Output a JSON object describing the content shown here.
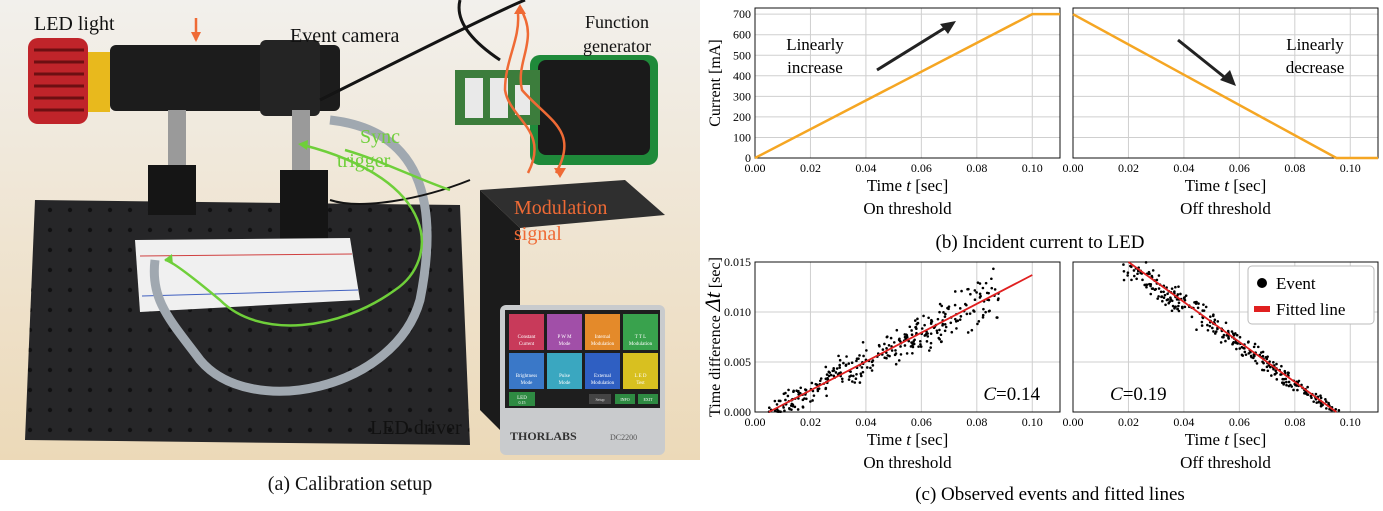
{
  "photo": {
    "labels": {
      "led_light": "LED light",
      "event_camera": "Event camera",
      "function_generator_1": "Function",
      "function_generator_2": "generator",
      "sync_1": "Sync",
      "sync_2": "trigger",
      "modulation_1": "Modulation",
      "modulation_2": "signal",
      "led_driver": "LED driver"
    },
    "device": {
      "brand": "THORLABS",
      "model": "DC2200",
      "tiles": [
        {
          "line1": "Constant",
          "line2": "Current",
          "color": "#c83a5a"
        },
        {
          "line1": "P W M",
          "line2": "Mode",
          "color": "#a14fa8"
        },
        {
          "line1": "Internal",
          "line2": "Modulation",
          "color": "#e48a2a"
        },
        {
          "line1": "T T L",
          "line2": "Modulation",
          "color": "#39a24d"
        },
        {
          "line1": "Brightness",
          "line2": "Mode",
          "color": "#3a78c8"
        },
        {
          "line1": "Pulse",
          "line2": "Mode",
          "color": "#3aa7c0"
        },
        {
          "line1": "External",
          "line2": "Modulation",
          "color": "#2f5fc2"
        },
        {
          "line1": "L E D",
          "line2": "Test",
          "color": "#d8c020"
        }
      ],
      "bottom": {
        "led": "LED",
        "led_value": "0.15",
        "mid": "Setup",
        "info": "INFO",
        "extra": "EXIT"
      }
    },
    "caption": "(a) Calibration setup",
    "colors": {
      "orange": "#ef6a35",
      "green": "#6fcf3a"
    }
  },
  "chart_data": [
    {
      "type": "line",
      "id": "on-current",
      "x": [
        0.0,
        0.1,
        0.11
      ],
      "y": [
        0,
        700,
        700
      ],
      "xlim": [
        0,
        0.11
      ],
      "ylim": [
        0,
        730
      ],
      "xticks": [
        "0.00",
        "0.02",
        "0.04",
        "0.06",
        "0.08",
        "0.10"
      ],
      "yticks": [
        "0",
        "100",
        "200",
        "300",
        "400",
        "500",
        "600",
        "700"
      ],
      "xlabel_prefix": "Time ",
      "xlabel_var": "t",
      "xlabel_suffix": " [sec]",
      "ylabel": "Current [mA]",
      "subtitle": "On threshold",
      "annotation_1": "Linearly",
      "annotation_2": "increase",
      "color": "#f5a623",
      "grid": true
    },
    {
      "type": "line",
      "id": "off-current",
      "x": [
        0.0,
        0.095,
        0.11
      ],
      "y": [
        700,
        0,
        0
      ],
      "xlim": [
        0,
        0.11
      ],
      "ylim": [
        0,
        730
      ],
      "xticks": [
        "0.00",
        "0.02",
        "0.04",
        "0.06",
        "0.08",
        "0.10"
      ],
      "xlabel_prefix": "Time ",
      "xlabel_var": "t",
      "xlabel_suffix": " [sec]",
      "subtitle": "Off threshold",
      "annotation_1": "Linearly",
      "annotation_2": "decrease",
      "color": "#f5a623",
      "grid": true
    },
    {
      "type": "scatter",
      "id": "on-events",
      "xlim": [
        0,
        0.11
      ],
      "ylim": [
        0,
        0.015
      ],
      "xticks": [
        "0.00",
        "0.02",
        "0.04",
        "0.06",
        "0.08",
        "0.10"
      ],
      "yticks": [
        "0.000",
        "0.005",
        "0.010",
        "0.015"
      ],
      "xlabel_prefix": "Time ",
      "xlabel_var": "t",
      "xlabel_suffix": " [sec]",
      "ylabel_text": "Time difference ",
      "ylabel_var": "Δt",
      "ylabel_unit": " [sec]",
      "subtitle": "On threshold",
      "c_var": "C",
      "c_value": "=0.14",
      "fit": {
        "x": [
          0.005,
          0.1
        ],
        "y": [
          0.0,
          0.0137
        ]
      },
      "grid": true
    },
    {
      "type": "scatter",
      "id": "off-events",
      "xlim": [
        0,
        0.11
      ],
      "ylim": [
        0,
        0.015
      ],
      "xticks": [
        "0.00",
        "0.02",
        "0.04",
        "0.06",
        "0.08",
        "0.10"
      ],
      "xlabel_prefix": "Time ",
      "xlabel_var": "t",
      "xlabel_suffix": " [sec]",
      "subtitle": "Off threshold",
      "c_var": "C",
      "c_value": "=0.19",
      "fit": {
        "x": [
          0.02,
          0.095
        ],
        "y": [
          0.015,
          0.0
        ]
      },
      "legend": {
        "event": "Event",
        "fit": "Fitted line",
        "placement": "top-right"
      },
      "grid": true
    }
  ],
  "captions": {
    "b": "(b) Incident current to LED",
    "c": "(c) Observed events and fitted lines"
  },
  "series_colors": {
    "current": "#f5a623",
    "fit": "#e02020",
    "event": "#000000"
  }
}
